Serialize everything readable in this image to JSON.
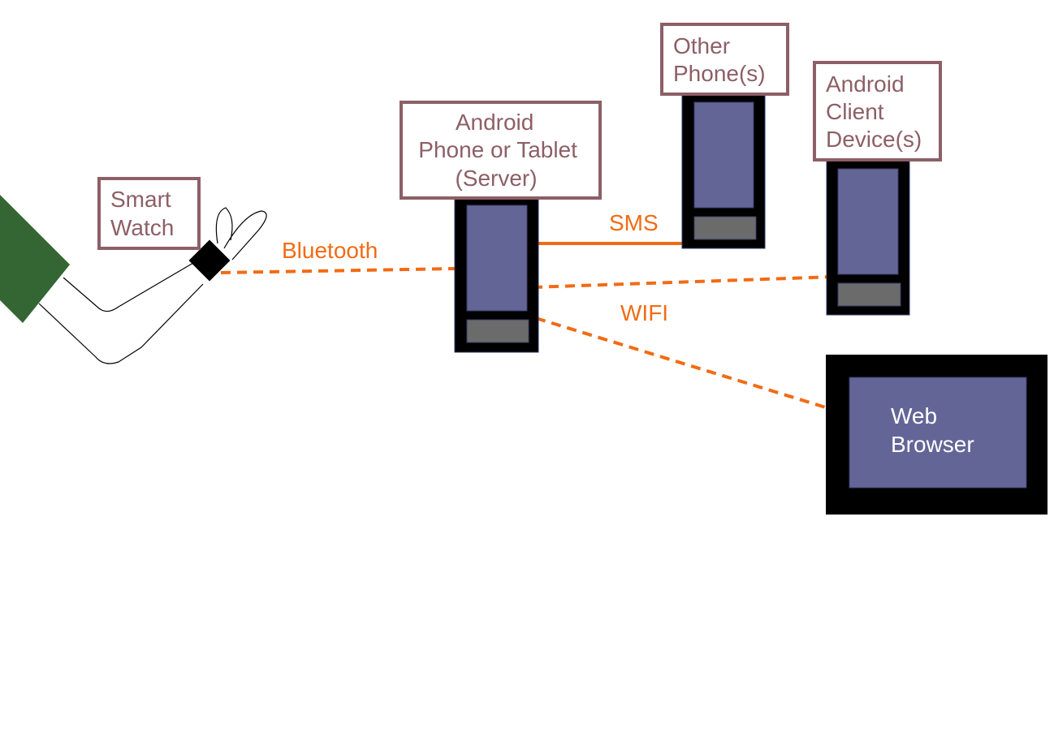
{
  "colors": {
    "label_text": "#8d5f66",
    "label_border": "#8d5f66",
    "link": "#f26b14",
    "device_body": "#000000",
    "screen": "#646597",
    "button": "#6b6b6b",
    "sleeve": "#336633"
  },
  "labels": {
    "smart_watch": [
      "Smart",
      "Watch"
    ],
    "server": [
      "Android",
      "Phone or Tablet",
      "(Server)"
    ],
    "other_phones": [
      "Other",
      "Phone(s)"
    ],
    "client_devices": [
      "Android",
      "Client",
      "Device(s)"
    ],
    "web_browser": [
      "Web",
      "Browser"
    ]
  },
  "links": {
    "bluetooth": "Bluetooth",
    "sms": "SMS",
    "wifi": "WIFI"
  }
}
